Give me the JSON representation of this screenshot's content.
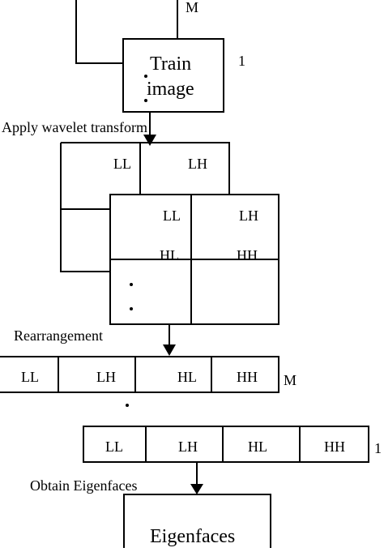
{
  "colors": {
    "ink": "#000000",
    "background": "#ffffff"
  },
  "top": {
    "m_label": "M",
    "one_label": "1"
  },
  "train_image": {
    "line1": "Train",
    "line2": "image"
  },
  "wavelet": {
    "step_label": "Apply wavelet transform",
    "back": {
      "ll": "LL",
      "lh": "LH"
    },
    "front": {
      "ll": "LL",
      "lh": "LH",
      "hl": "HL",
      "hh": "HH"
    }
  },
  "rearrangement": {
    "step_label": "Rearrangement",
    "row_m": {
      "cells": [
        "LL",
        "LH",
        "HL",
        "HH"
      ],
      "index": "M"
    },
    "row_1": {
      "cells": [
        "LL",
        "LH",
        "HL",
        "HH"
      ],
      "index": "1"
    }
  },
  "eigen": {
    "step_label": "Obtain Eigenfaces",
    "box_label": "Eigenfaces"
  }
}
